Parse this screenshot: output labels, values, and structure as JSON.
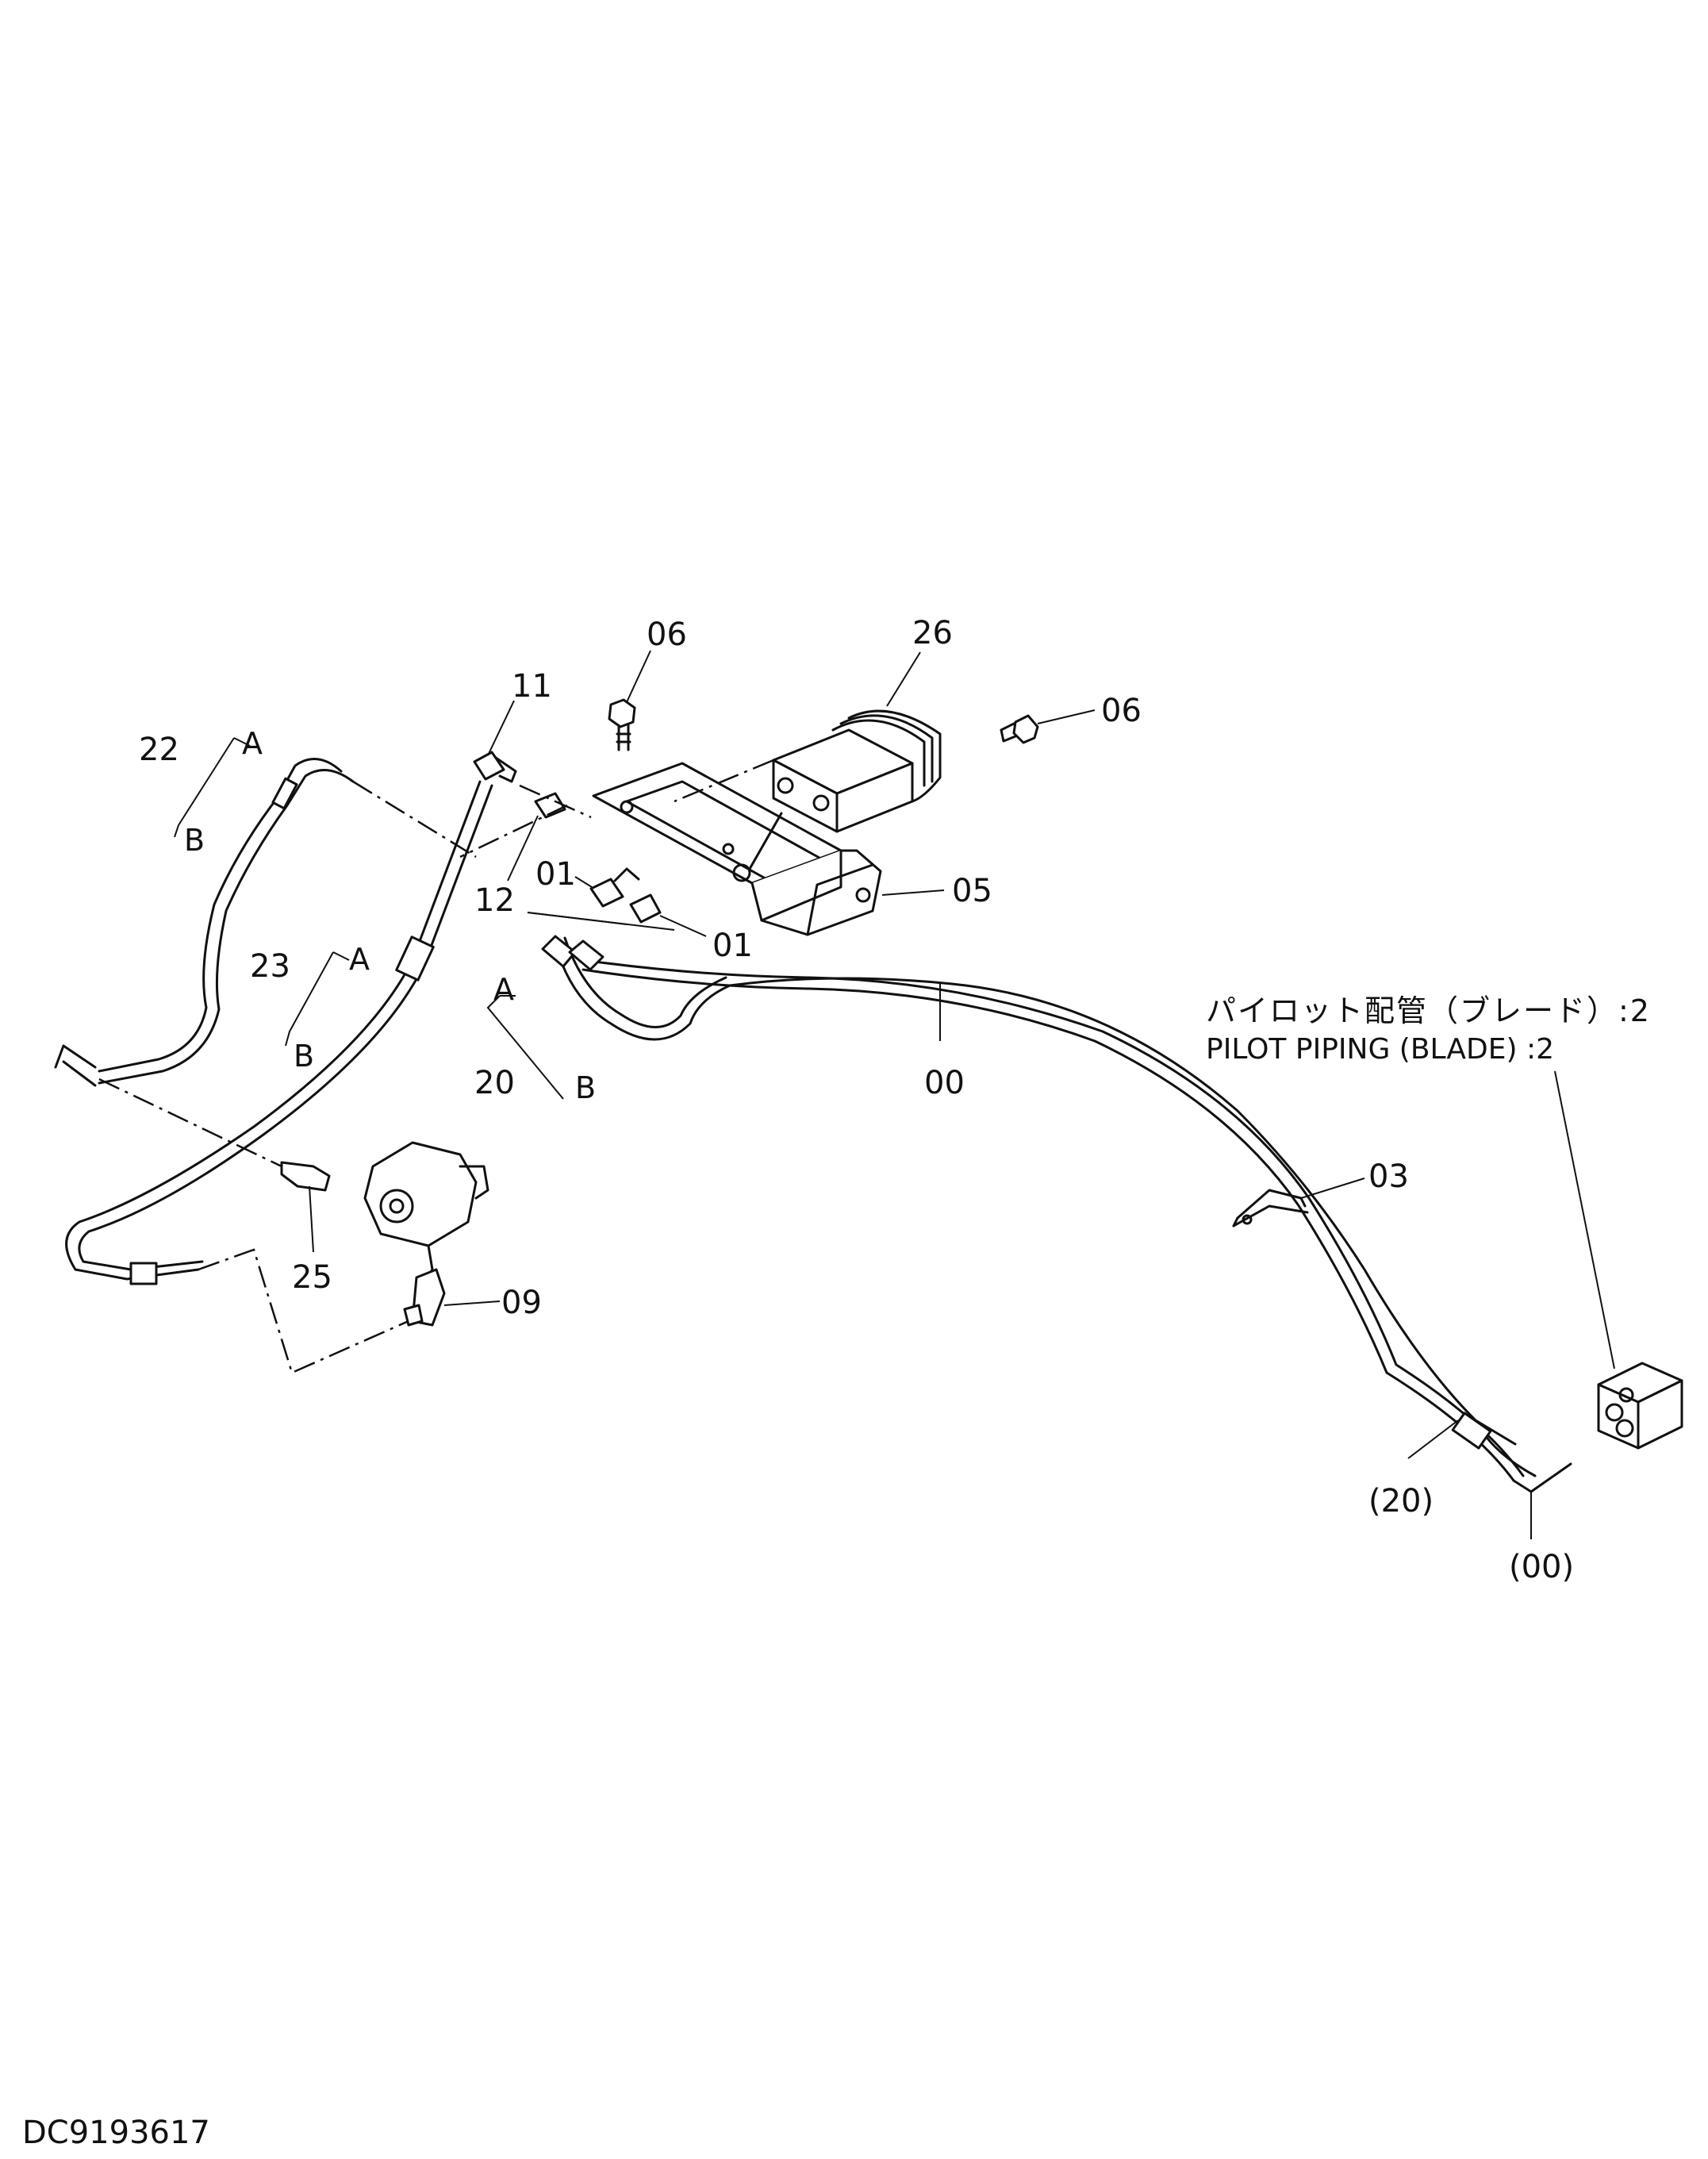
{
  "diagram": {
    "line_color": "#111111",
    "background": "#ffffff",
    "part_labels": {
      "p06a": "06",
      "p26": "26",
      "p06b": "06",
      "p11": "11",
      "p22": "22",
      "p12": "12",
      "p01a": "01",
      "p01b": "01",
      "p05": "05",
      "p23": "23",
      "p20": "20",
      "p00": "00",
      "p03": "03",
      "p25": "25",
      "p09": "09",
      "p20_ref": "(20)",
      "p00_ref": "(00)"
    },
    "ab_labels": {
      "a22": "A",
      "b22": "B",
      "a23": "A",
      "b23": "B",
      "a20": "A",
      "b20": "B"
    },
    "note": {
      "jp": "パイロット配管（ブレード）:2",
      "en": "PILOT PIPING (BLADE) :2"
    },
    "drawing_number": "DC9193617"
  }
}
